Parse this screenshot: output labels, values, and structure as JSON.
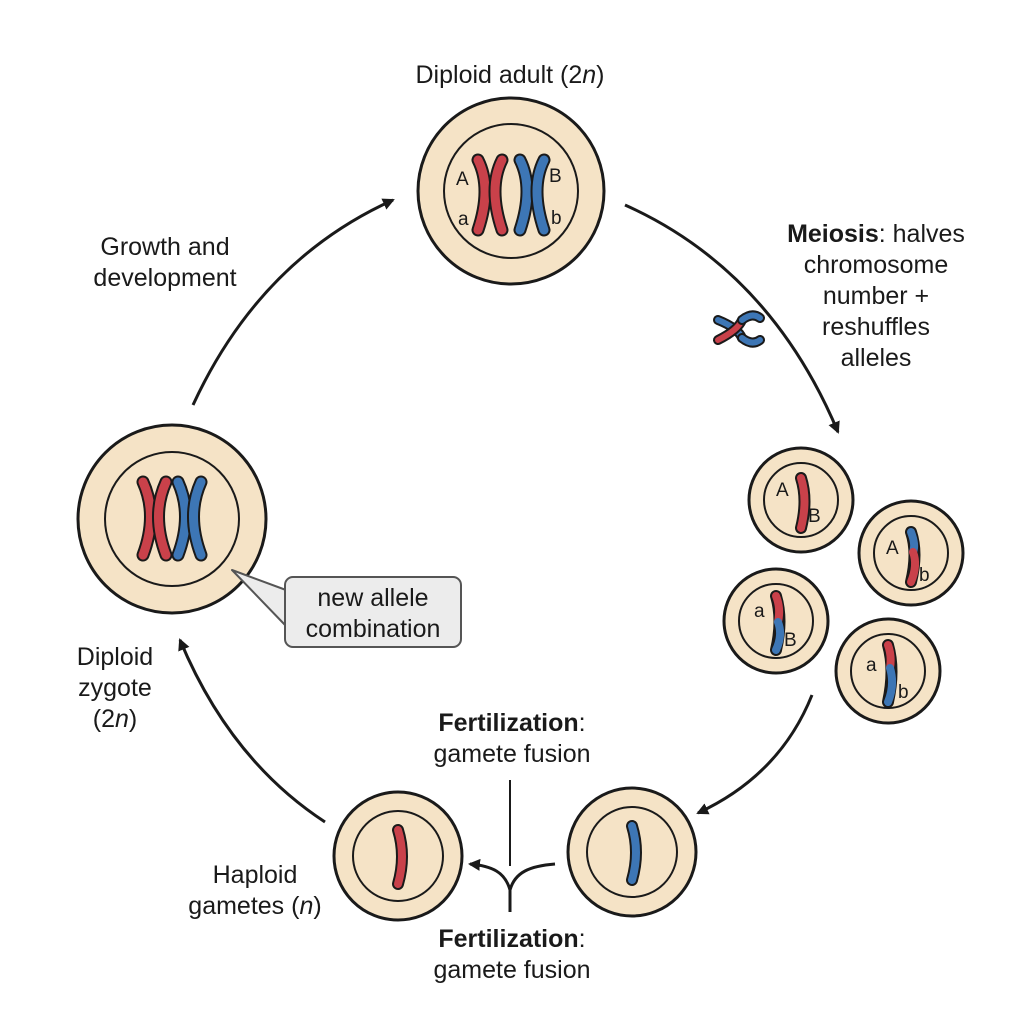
{
  "colors": {
    "cell_fill": "#f5e3c6",
    "cell_stroke": "#1a1a1a",
    "maternal": "#c9414a",
    "paternal": "#3d76b5",
    "callout_fill": "#ececec"
  },
  "labels": {
    "diploid_adult": "Diploid adult (2",
    "n_symbol": "n",
    "close_paren": ")",
    "growth_line1": "Growth and",
    "growth_line2": "development",
    "meiosis_bold": "Meiosis",
    "meiosis_rest1": ": halves",
    "meiosis_line2": "chromosome",
    "meiosis_line3": "number +",
    "meiosis_line4": "reshuffles",
    "meiosis_line5": "alleles",
    "callout_line1": "new allele",
    "callout_line2": "combination",
    "zygote_line1": "Diploid",
    "zygote_line2": "zygote",
    "zygote_line3_pre": "(2",
    "fert_bold": "Fertilization",
    "fert_colon": ":",
    "fert_line2": "gamete fusion",
    "haploid_line1": "Haploid",
    "haploid_line2_pre": "gametes ("
  },
  "alleles": {
    "adult": [
      "A",
      "a",
      "B",
      "b"
    ],
    "gamete1": [
      "A",
      "B"
    ],
    "gamete2": [
      "A",
      "b"
    ],
    "gamete3": [
      "a",
      "B"
    ],
    "gamete4": [
      "a",
      "b"
    ]
  }
}
